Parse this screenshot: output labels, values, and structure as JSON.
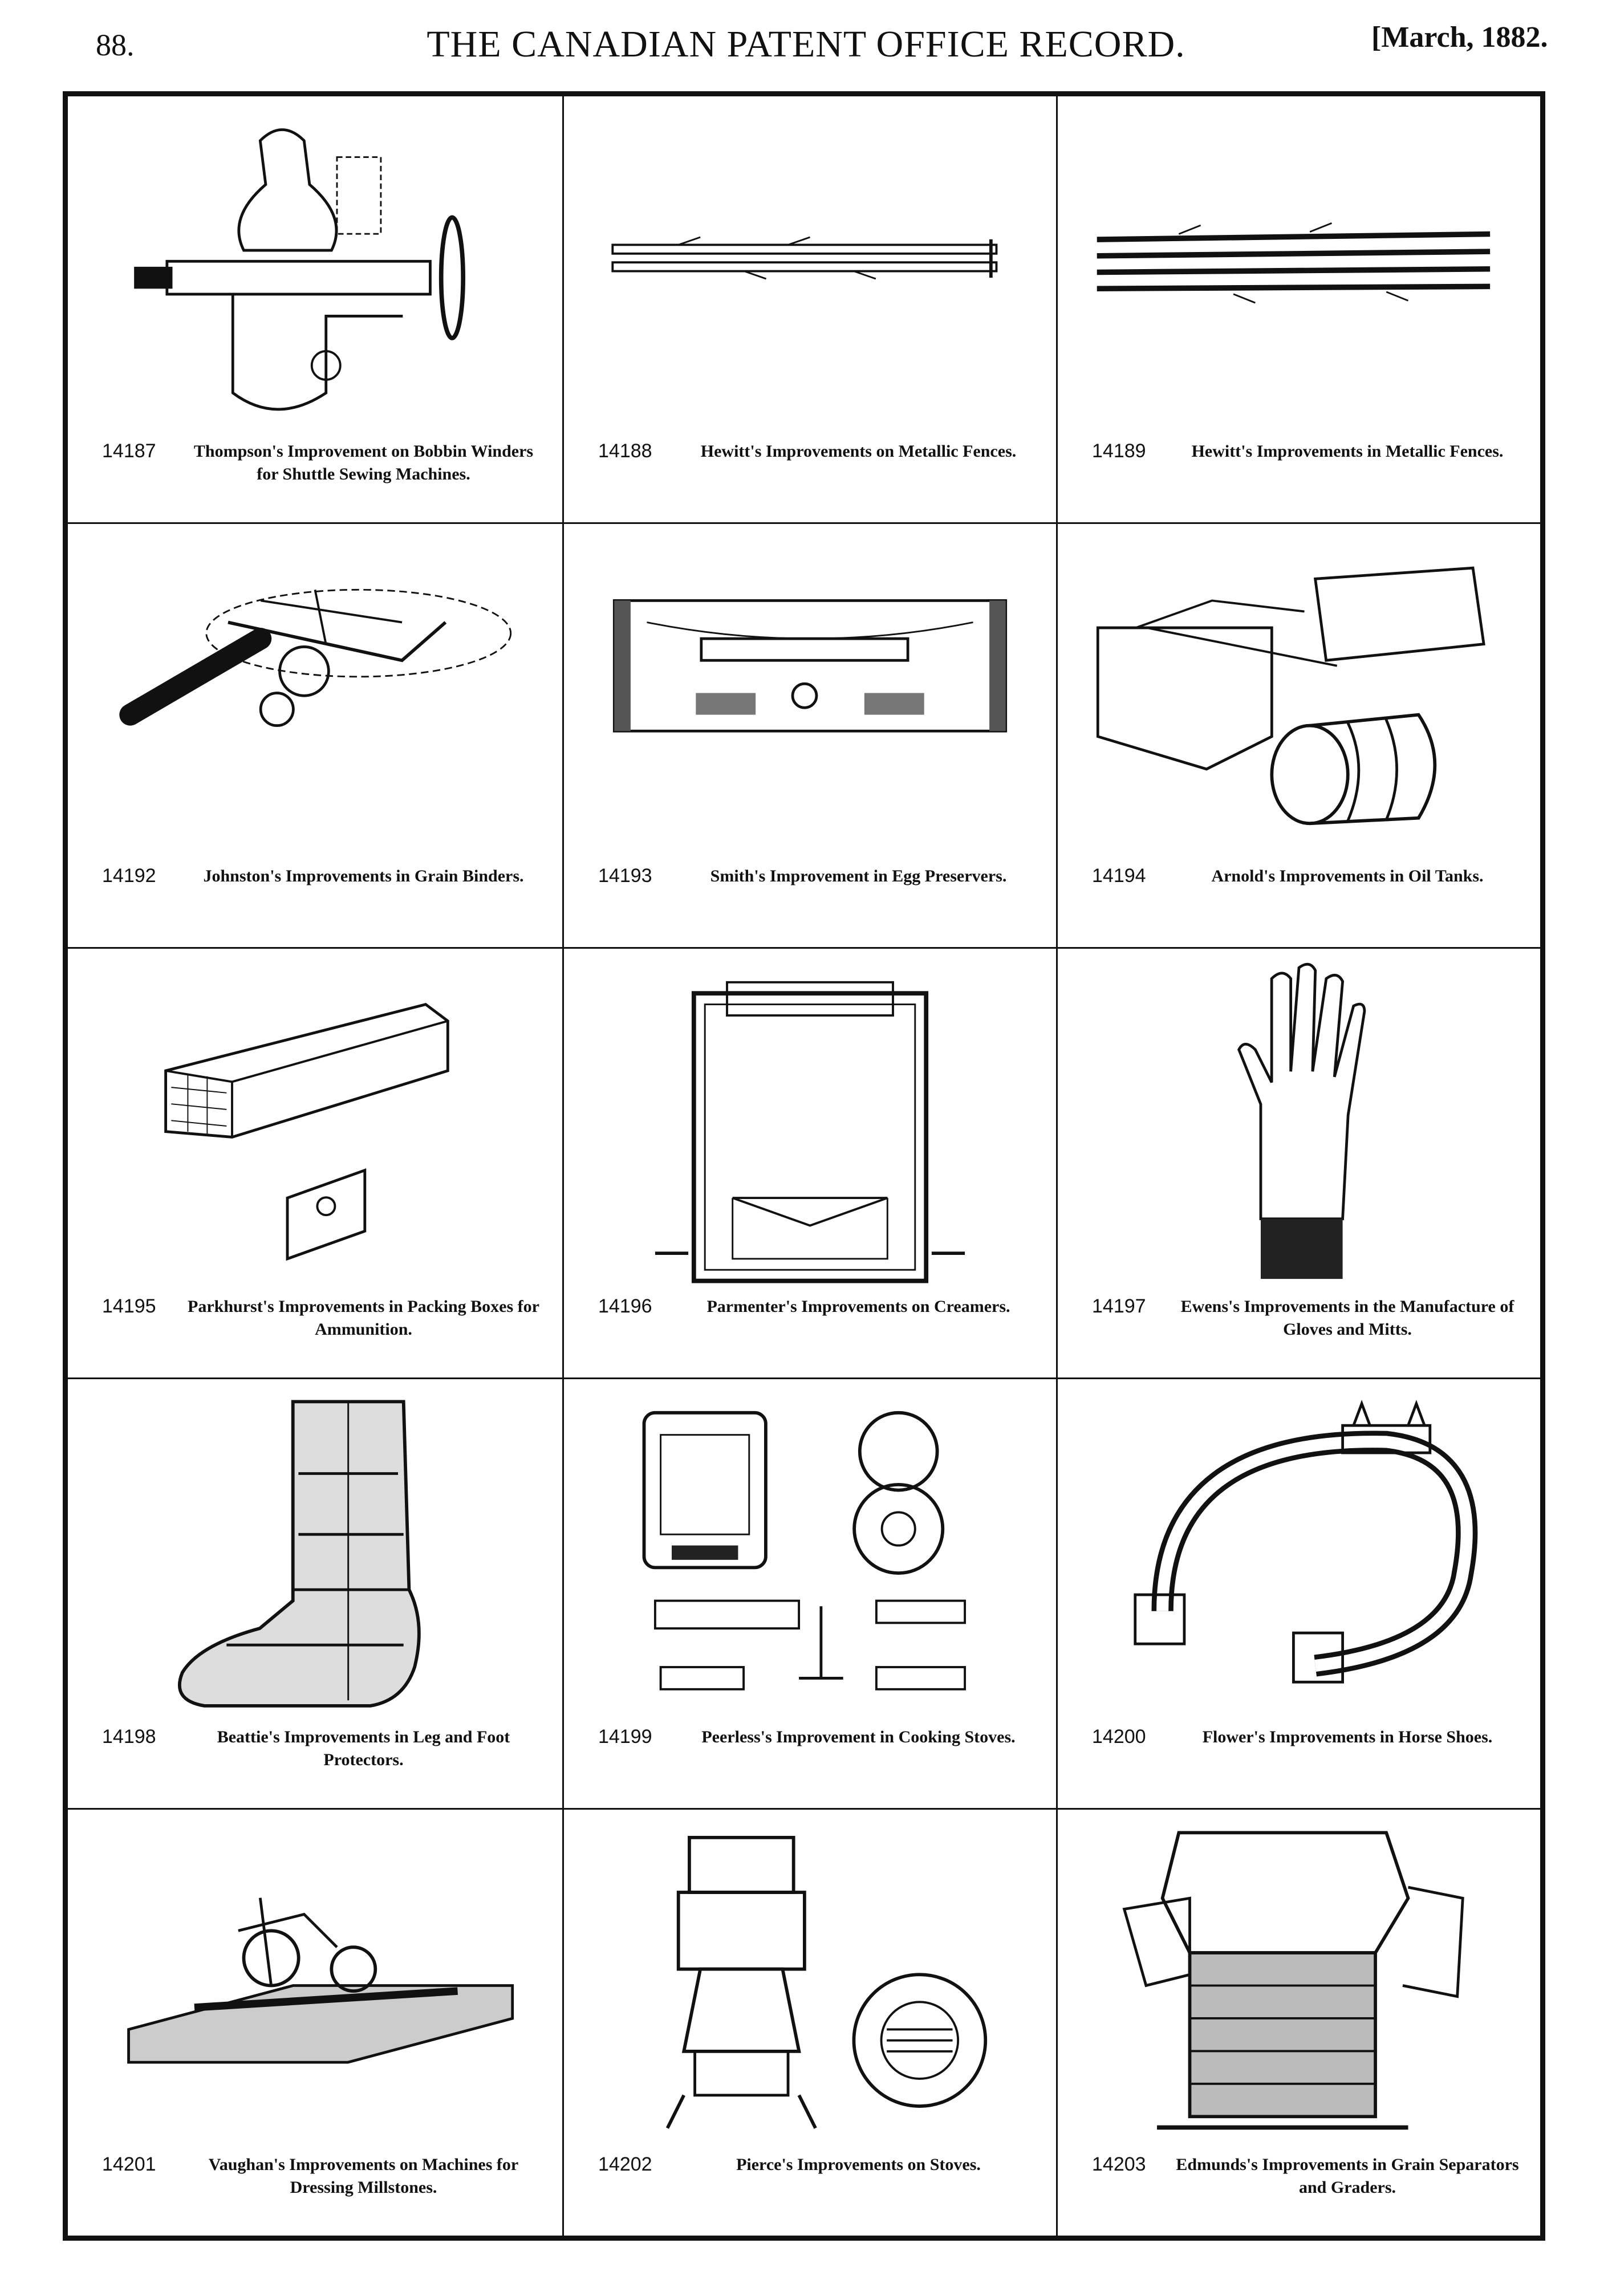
{
  "header": {
    "page_number": "88.",
    "title": "THE CANADIAN PATENT OFFICE RECORD.",
    "date": "[March, 1882."
  },
  "patents": [
    {
      "number": "14187",
      "caption": "Thompson's Improvement on Bobbin Winders for Shuttle Sewing Machines.",
      "icon": "bobbin-winder"
    },
    {
      "number": "14188",
      "caption": "Hewitt's Improvements on Metallic Fences.",
      "icon": "fence-rail"
    },
    {
      "number": "14189",
      "caption": "Hewitt's Improvements in Metallic Fences.",
      "icon": "fence-rails"
    },
    {
      "number": "14192",
      "caption": "Johnston's Improvements in Grain Binders.",
      "icon": "grain-binder"
    },
    {
      "number": "14193",
      "caption": "Smith's Improvement in Egg Preservers.",
      "icon": "egg-preserver"
    },
    {
      "number": "14194",
      "caption": "Arnold's Improvements in Oil Tanks.",
      "icon": "oil-tank"
    },
    {
      "number": "14195",
      "caption": "Parkhurst's Improvements in Packing Boxes for Ammunition.",
      "icon": "packing-box"
    },
    {
      "number": "14196",
      "caption": "Parmenter's Improvements on Creamers.",
      "icon": "creamer"
    },
    {
      "number": "14197",
      "caption": "Ewens's Improvements in the Manufacture of Gloves and Mitts.",
      "icon": "glove"
    },
    {
      "number": "14198",
      "caption": "Beattie's Improvements in Leg and Foot Protectors.",
      "icon": "leg-protector"
    },
    {
      "number": "14199",
      "caption": "Peerless's Improvement in Cooking Stoves.",
      "icon": "cooking-stove"
    },
    {
      "number": "14200",
      "caption": "Flower's Improvements in Horse Shoes.",
      "icon": "horse-shoe"
    },
    {
      "number": "14201",
      "caption": "Vaughan's Improvements on Machines for Dressing Millstones.",
      "icon": "millstone-machine"
    },
    {
      "number": "14202",
      "caption": "Pierce's Improvements on Stoves.",
      "icon": "stove"
    },
    {
      "number": "14203",
      "caption": "Edmunds's Improvements in Grain Separators and Graders.",
      "icon": "grain-separator"
    }
  ]
}
